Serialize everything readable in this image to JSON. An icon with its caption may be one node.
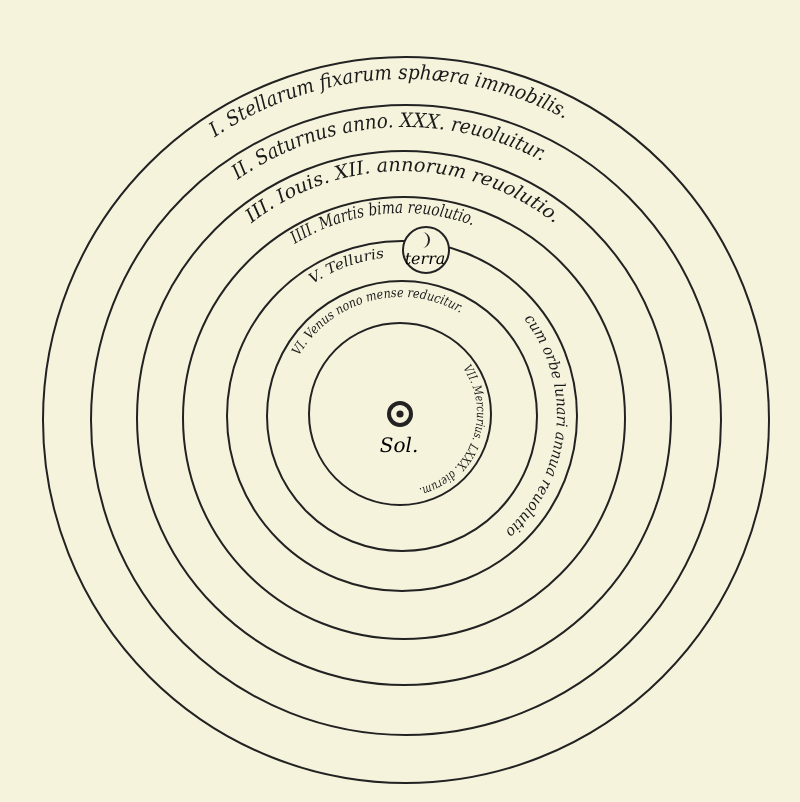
{
  "diagram": {
    "nodes": [
      {
        "text": [
          "I. Stellarum fixarum sphæra immobilis."
        ]
      },
      {
        "text": [
          "II. Saturnus anno. XXX. reuoluitur."
        ],
        "in": 0
      },
      {
        "text": [
          "III. Iouis. XII. annorum reuolutio."
        ],
        "in": 1
      },
      {
        "text": [
          "IIII. Martis bima reuolutio."
        ],
        "in": 2
      },
      {
        "text": [
          "V. Telluris",
          "cum orbe lunari annua reuolutio"
        ],
        "in": 3
      },
      {
        "text": [
          "terra"
        ],
        "in": 3
      },
      {
        "text": [
          "VI. Venus nono mense reducitur."
        ],
        "in": 4
      },
      {
        "text": [
          "VII. Mercurius. LXXX. dierum."
        ],
        "in": 6
      },
      {
        "text": [
          "Sol."
        ],
        "in": 7
      }
    ]
  }
}
